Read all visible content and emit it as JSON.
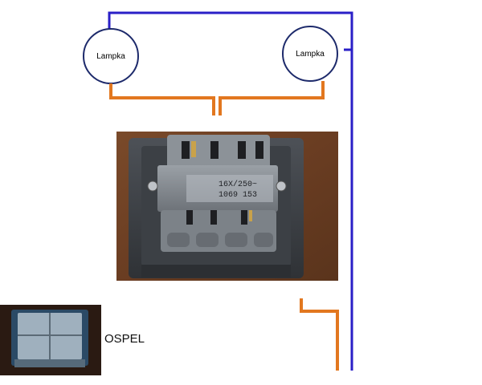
{
  "lamps": [
    {
      "label": "Lampka"
    },
    {
      "label": "Lampka"
    }
  ],
  "switch_photo": {
    "housing_marking_line1": "16X/250~",
    "housing_marking_line2": "1069 153"
  },
  "brand": {
    "label": "OSPEL"
  },
  "colors": {
    "wire_blue": "#2a1fc7",
    "wire_orange": "#e2771f",
    "lamp_outline": "#1d2a6b"
  }
}
